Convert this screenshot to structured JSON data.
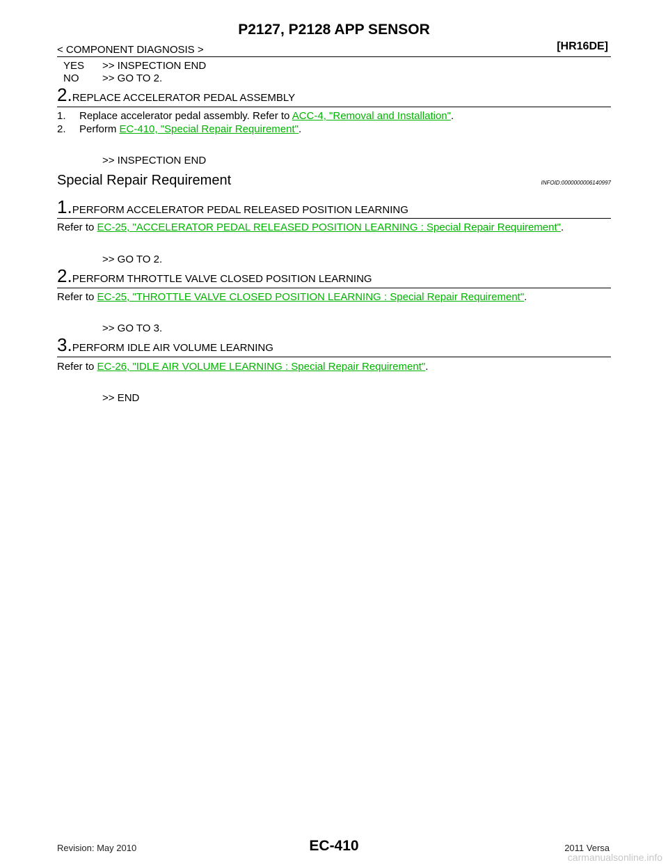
{
  "header": {
    "title": "P2127, P2128 APP SENSOR",
    "breadcrumb": "< COMPONENT DIAGNOSIS >",
    "model": "[HR16DE]"
  },
  "answers": [
    {
      "label": "YES",
      "text": ">> INSPECTION END"
    },
    {
      "label": "NO",
      "text": ">> GO TO 2."
    }
  ],
  "replace_step": {
    "num": "2.",
    "title": "REPLACE ACCELERATOR PEDAL ASSEMBLY",
    "items": [
      {
        "num": "1.",
        "prefix": "Replace accelerator pedal assembly. Refer to ",
        "link": "ACC-4, \"Removal and Installation\"",
        "suffix": "."
      },
      {
        "num": "2.",
        "prefix": "Perform ",
        "link": "EC-410, \"Special Repair Requirement\"",
        "suffix": "."
      }
    ],
    "result": ">> INSPECTION END"
  },
  "section": {
    "title": "Special Repair Requirement",
    "infoid": "INFOID:0000000006140997"
  },
  "steps": [
    {
      "num": "1.",
      "title": "PERFORM ACCELERATOR PEDAL RELEASED POSITION LEARNING",
      "refer_prefix": "Refer to ",
      "link": "EC-25, \"ACCELERATOR PEDAL RELEASED POSITION LEARNING : Special Repair Requirement\"",
      "suffix": ".",
      "result": ">> GO TO 2."
    },
    {
      "num": "2.",
      "title": "PERFORM THROTTLE VALVE CLOSED POSITION LEARNING",
      "refer_prefix": "Refer to ",
      "link": "EC-25, \"THROTTLE VALVE CLOSED POSITION LEARNING : Special Repair Requirement\"",
      "suffix": ".",
      "result": ">> GO TO 3."
    },
    {
      "num": "3.",
      "title": "PERFORM IDLE AIR VOLUME LEARNING",
      "refer_prefix": "Refer to ",
      "link": "EC-26, \"IDLE AIR VOLUME LEARNING : Special Repair Requirement\"",
      "suffix": ".",
      "result": ">> END"
    }
  ],
  "footer": {
    "revision": "Revision: May 2010",
    "page": "EC-410",
    "model_year": "2011 Versa",
    "watermark": "carmanualsonline.info"
  },
  "colors": {
    "link": "#00b400"
  }
}
